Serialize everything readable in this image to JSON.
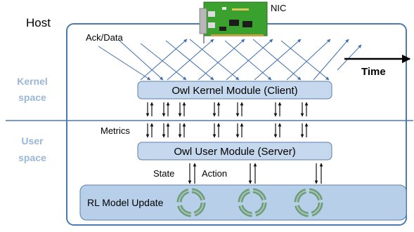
{
  "host_label": "Host",
  "nic_label": "NIC",
  "ack_data_label": "Ack/Data",
  "time_label": "Time",
  "kernel_space_label": [
    "Kernel",
    "space"
  ],
  "user_space_label": [
    "User",
    "space"
  ],
  "kernel_module_label": "Owl Kernel Module (Client)",
  "metrics_label": "Metrics",
  "user_module_label": "Owl User Module (Server)",
  "state_label": "State",
  "action_label": "Action",
  "rl_update_label": "RL Model Update",
  "colors": {
    "host_border": "#4a7ab5",
    "module_fill": "#c6d8ee",
    "module_border": "#5b7fa8",
    "rl_fill": "#b7cfe8",
    "space_label": "#9ab7d8",
    "packet_arrow": "#3f6fb0",
    "separator": "#4a7ab5",
    "nic_board": "#3aa02e",
    "cycle_icon": "#6f9c7e"
  }
}
